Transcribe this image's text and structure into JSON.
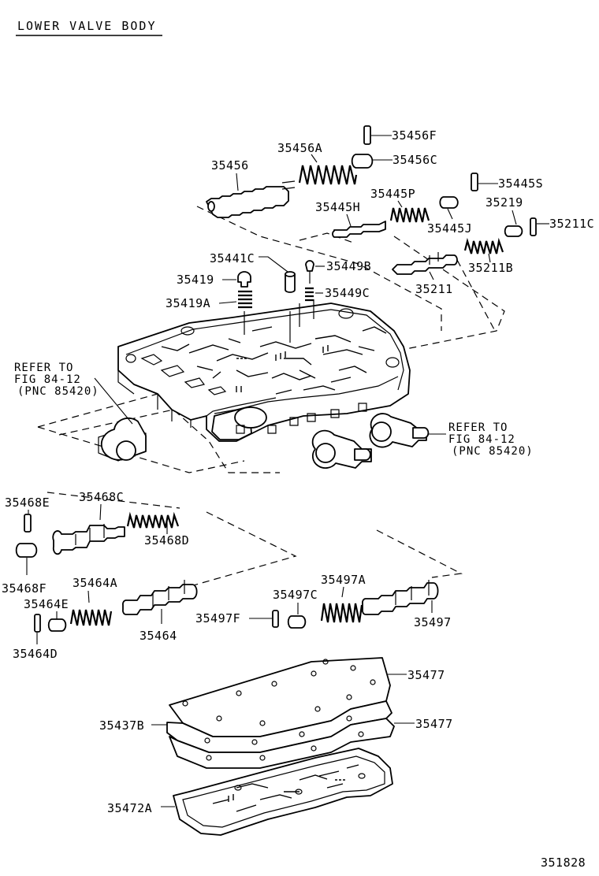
{
  "title": "LOWER VALVE BODY",
  "figure_number": "351828",
  "references": [
    {
      "line1": "REFER TO",
      "line2": "FIG 84-12",
      "line3": "(PNC 85420)"
    },
    {
      "line1": "REFER TO",
      "line2": "FIG 84-12",
      "line3": "(PNC 85420)"
    }
  ],
  "part_labels": {
    "p35456F": "35456F",
    "p35456A": "35456A",
    "p35456C": "35456C",
    "p35456": "35456",
    "p35445S": "35445S",
    "p35445P": "35445P",
    "p35445H": "35445H",
    "p35219": "35219",
    "p35211C": "35211C",
    "p35445J": "35445J",
    "p35441C": "35441C",
    "p35449B": "35449B",
    "p35211B": "35211B",
    "p35419": "35419",
    "p35211": "35211",
    "p35449C": "35449C",
    "p35419A": "35419A",
    "p35468E": "35468E",
    "p35468C": "35468C",
    "p35468D": "35468D",
    "p35468F": "35468F",
    "p35464A": "35464A",
    "p35497A": "35497A",
    "p35464E": "35464E",
    "p35497C": "35497C",
    "p35497F": "35497F",
    "p35497": "35497",
    "p35464": "35464",
    "p35464D": "35464D",
    "p35477a": "35477",
    "p35437B": "35437B",
    "p35477b": "35477",
    "p35472A": "35472A"
  }
}
